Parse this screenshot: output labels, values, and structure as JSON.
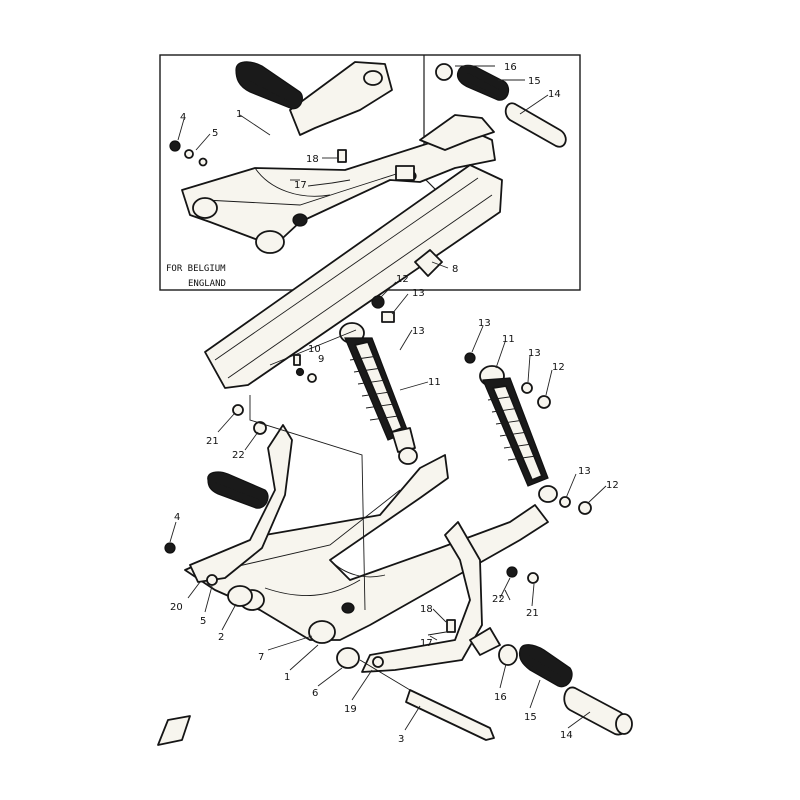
{
  "inset": {
    "note_line1": "FOR BELGIUM",
    "note_line2": "ENGLAND"
  },
  "callouts": [
    {
      "id": "c1",
      "text": "1"
    },
    {
      "id": "c4",
      "text": "4"
    },
    {
      "id": "c5",
      "text": "5"
    },
    {
      "id": "c16",
      "text": "16"
    },
    {
      "id": "c15",
      "text": "15"
    },
    {
      "id": "c14",
      "text": "14"
    },
    {
      "id": "c18",
      "text": "18"
    },
    {
      "id": "c17",
      "text": "17"
    },
    {
      "id": "c8",
      "text": "8"
    },
    {
      "id": "c12",
      "text": "12"
    },
    {
      "id": "c13",
      "text": "13"
    },
    {
      "id": "c13b",
      "text": "13"
    },
    {
      "id": "c10",
      "text": "10"
    },
    {
      "id": "c9",
      "text": "9"
    },
    {
      "id": "c11",
      "text": "11"
    },
    {
      "id": "c13c",
      "text": "13"
    },
    {
      "id": "c11b",
      "text": "11"
    },
    {
      "id": "c13d",
      "text": "13"
    },
    {
      "id": "c12b",
      "text": "12"
    },
    {
      "id": "c21",
      "text": "21"
    },
    {
      "id": "c22",
      "text": "22"
    },
    {
      "id": "c13e",
      "text": "13"
    },
    {
      "id": "c12c",
      "text": "12"
    },
    {
      "id": "c4b",
      "text": "4"
    },
    {
      "id": "c20",
      "text": "20"
    },
    {
      "id": "c5b",
      "text": "5"
    },
    {
      "id": "c2",
      "text": "2"
    },
    {
      "id": "c22b",
      "text": "22"
    },
    {
      "id": "c21b",
      "text": "21"
    },
    {
      "id": "c18b",
      "text": "18"
    },
    {
      "id": "c17b",
      "text": "17"
    },
    {
      "id": "c7",
      "text": "7"
    },
    {
      "id": "c1b",
      "text": "1"
    },
    {
      "id": "c6",
      "text": "6"
    },
    {
      "id": "c19",
      "text": "19"
    },
    {
      "id": "c16b",
      "text": "16"
    },
    {
      "id": "c15b",
      "text": "15"
    },
    {
      "id": "c3",
      "text": "3"
    },
    {
      "id": "c14b",
      "text": "14"
    }
  ]
}
